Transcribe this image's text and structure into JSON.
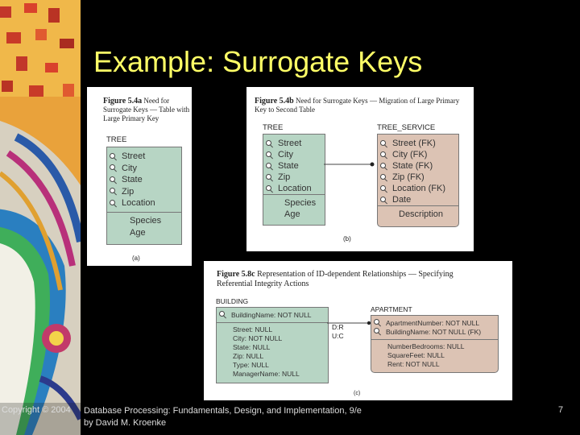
{
  "slide": {
    "title": "Example: Surrogate Keys",
    "page_number": "7"
  },
  "footer": {
    "copyright": "Copyright © 2004",
    "book_line1": "Database Processing: Fundamentals, Design, and Implementation, 9/e",
    "book_line2": "by David M. Kroenke"
  },
  "fig_a": {
    "caption_bold": "Figure 5.4a",
    "caption_text": "Need for Surrogate Keys — Table with Large Primary Key",
    "entity": "TREE",
    "keys": [
      "Street",
      "City",
      "State",
      "Zip",
      "Location"
    ],
    "attrs": [
      "Species",
      "Age"
    ],
    "label": "(a)"
  },
  "fig_b": {
    "caption_bold": "Figure 5.4b",
    "caption_text": "Need for Surrogate Keys — Migration of Large Primary Key to Second Table",
    "entity1": "TREE",
    "keys1": [
      "Street",
      "City",
      "State",
      "Zip",
      "Location"
    ],
    "attrs1": [
      "Species",
      "Age"
    ],
    "entity2": "TREE_SERVICE",
    "keys2": [
      "Street (FK)",
      "City (FK)",
      "State (FK)",
      "Zip (FK)",
      "Location (FK)",
      "Date"
    ],
    "attrs2": [
      "Description"
    ],
    "label": "(b)"
  },
  "fig_c": {
    "caption_bold": "Figure 5.8c",
    "caption_text": "Representation of ID-dependent Relationships — Specifying Referential Integrity Actions",
    "entity1": "BUILDING",
    "keys1": [
      "BuildingName: NOT NULL"
    ],
    "attrs1": [
      "Street: NULL",
      "City: NOT NULL",
      "State: NULL",
      "Zip: NULL",
      "Type: NULL",
      "ManagerName: NULL"
    ],
    "actions": [
      "D:R",
      "U:C"
    ],
    "entity2": "APARTMENT",
    "keys2": [
      "ApartmentNumber: NOT NULL",
      "BuildingName: NOT NULL (FK)"
    ],
    "attrs2": [
      "NumberBedrooms: NULL",
      "SquareFeet: NULL",
      "Rent: NOT NULL"
    ],
    "label": "(c)"
  },
  "colors": {
    "title": "#ffff66",
    "green_entity": "#b7d5c4",
    "tan_entity": "#dcc3b4",
    "background": "#000000"
  }
}
